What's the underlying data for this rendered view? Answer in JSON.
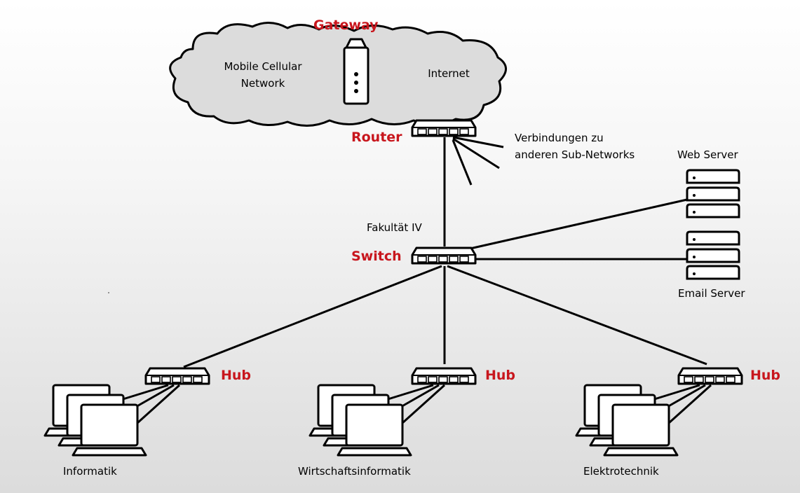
{
  "colors": {
    "accent": "#c8161d",
    "line": "#000000",
    "cloud": "#dcdcdc"
  },
  "labels": {
    "gateway": "Gateway",
    "router": "Router",
    "switch": "Switch",
    "hub_left": "Hub",
    "hub_mid": "Hub",
    "hub_right": "Hub"
  },
  "clouds": {
    "mobile_line1": "Mobile Cellular",
    "mobile_line2": "Network",
    "internet": "Internet"
  },
  "texts": {
    "connections_line1": "Verbindungen zu",
    "connections_line2": "anderen Sub-Networks",
    "faculty": "Fakultät IV",
    "web_server": "Web Server",
    "email_server": "Email Server",
    "dept_left": "Informatik",
    "dept_mid": "Wirtschaftsinformatik",
    "dept_right": "Elektrotechnik"
  },
  "icons": [
    "cloud-icon",
    "gateway-icon",
    "router-icon",
    "switch-icon",
    "hub-icon",
    "server-icon",
    "laptop-icon"
  ]
}
